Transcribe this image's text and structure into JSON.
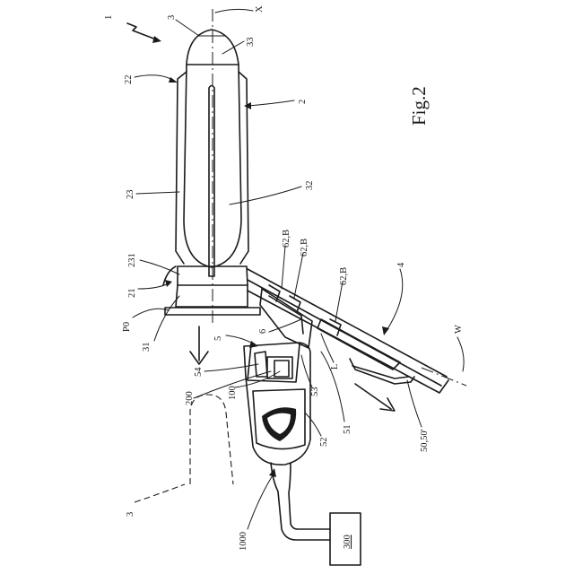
{
  "figure": {
    "title": "Fig.2",
    "labels": {
      "n1": "1",
      "n3_top": "3",
      "x_axis": "X",
      "n33": "33",
      "n22": "22",
      "n2": "2",
      "n23": "23",
      "n32": "32",
      "n231": "231",
      "n21": "21",
      "p0": "P0",
      "n31": "31",
      "n62b_1": "62,B",
      "n62b_2": "62,B",
      "n62b_3": "62,B",
      "n4": "4",
      "n6": "6",
      "n5": "5",
      "w_axis": "W",
      "n54": "54",
      "n200": "200",
      "n100": "100",
      "n53": "53",
      "l_label": "L",
      "n51": "51",
      "n52": "52",
      "n5050": "50,50'",
      "n3_bottom": "3",
      "n1000": "1000",
      "n300": "300"
    }
  }
}
